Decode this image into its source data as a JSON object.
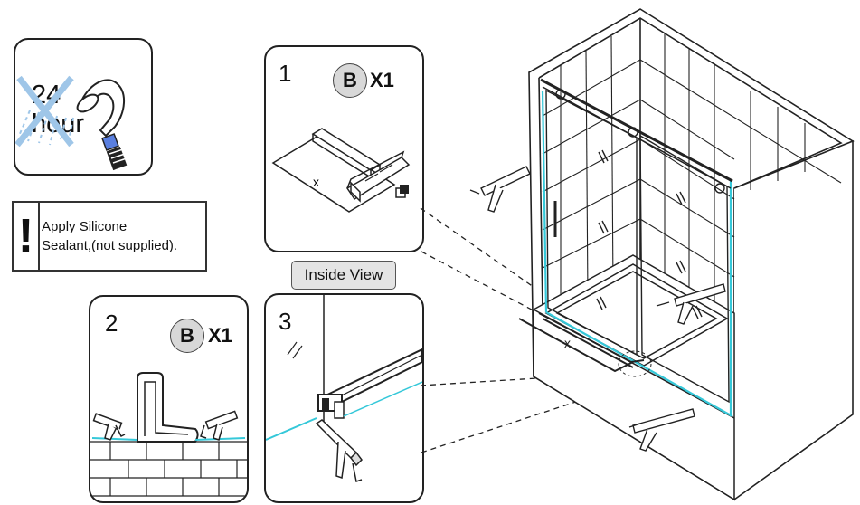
{
  "panel_24h": {
    "line1": "24",
    "line2": "hour"
  },
  "note": {
    "mark": "!",
    "line1": "Apply Silicone",
    "line2": "Sealant,(not supplied)."
  },
  "inside_view": "Inside View",
  "step1": {
    "number": "1",
    "part": "B",
    "qty": "X1"
  },
  "step2": {
    "number": "2",
    "part": "B",
    "qty": "X1"
  },
  "step3": {
    "number": "3"
  },
  "colors": {
    "sealant": "#35c8d9",
    "water_x": "#9fc6e8",
    "line": "#222222",
    "badge": "#d8d8d8"
  },
  "icons": [
    "shower-head-icon",
    "water-cross-icon",
    "caulk-gun-icon",
    "bracket-icon",
    "end-cap-icon"
  ]
}
